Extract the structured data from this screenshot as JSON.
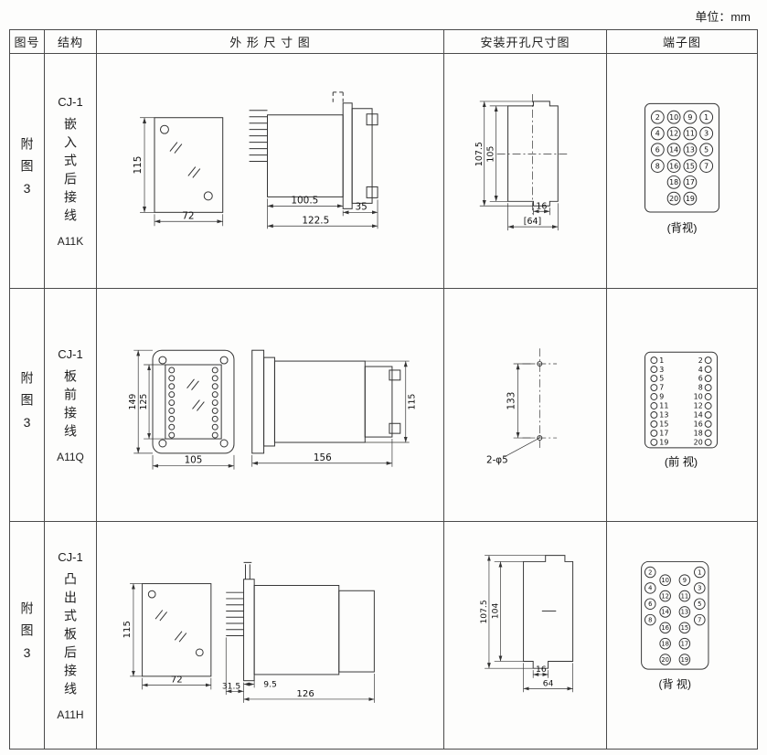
{
  "page": {
    "unit_label": "单位：mm"
  },
  "headers": {
    "fig_no": "图号",
    "structure": "结构",
    "outline": "外 形 尺 寸 图",
    "mounting": "安装开孔尺寸图",
    "terminal": "端子图"
  },
  "rows": [
    {
      "fig_no": "附图3",
      "model": "CJ-1",
      "structure_text": "嵌入式后接线",
      "code": "A11K",
      "outline": {
        "front_h": "115",
        "front_w": "72",
        "body_d": "100.5",
        "total_d": "122.5",
        "rear_d": "35"
      },
      "mounting": {
        "outer_h": "107.5",
        "inner_h": "105",
        "notch_w": "16",
        "cutout_w": "[64]"
      },
      "terminal": {
        "caption": "(背视)",
        "layout": "grid",
        "rows": [
          [
            "2",
            "10",
            "9",
            "1"
          ],
          [
            "4",
            "12",
            "11",
            "3"
          ],
          [
            "6",
            "14",
            "13",
            "5"
          ],
          [
            "8",
            "16",
            "15",
            "7"
          ],
          [
            "",
            "18",
            "17",
            ""
          ],
          [
            "",
            "20",
            "19",
            ""
          ]
        ]
      }
    },
    {
      "fig_no": "附图3",
      "model": "CJ-1",
      "structure_text": "板前接线",
      "code": "A11Q",
      "outline": {
        "front_h": "149",
        "inner_h": "125",
        "front_w": "105",
        "body_d": "156",
        "side_h": "115"
      },
      "mounting": {
        "hole_pitch": "133",
        "hole_note": "2-φ5"
      },
      "terminal": {
        "caption": "(前 视)",
        "layout": "pairs",
        "pairs": [
          [
            "1",
            "2"
          ],
          [
            "3",
            "4"
          ],
          [
            "5",
            "6"
          ],
          [
            "7",
            "8"
          ],
          [
            "9",
            "10"
          ],
          [
            "11",
            "12"
          ],
          [
            "13",
            "14"
          ],
          [
            "15",
            "16"
          ],
          [
            "17",
            "18"
          ],
          [
            "19",
            "20"
          ]
        ]
      }
    },
    {
      "fig_no": "附图3",
      "model": "CJ-1",
      "structure_text": "凸出式板后接线",
      "code": "A11H",
      "outline": {
        "front_h": "115",
        "front_w": "72",
        "pin_d": "31.5",
        "flange_d": "9.5",
        "body_d": "126"
      },
      "mounting": {
        "outer_h": "107.5",
        "inner_h": "104",
        "notch_w": "16",
        "cutout_w": "64"
      },
      "terminal": {
        "caption": "(背 视)",
        "layout": "grid-stagger",
        "rows": [
          [
            "2",
            "10",
            "9",
            "1"
          ],
          [
            "4",
            "12",
            "11",
            "3"
          ],
          [
            "6",
            "14",
            "13",
            "5"
          ],
          [
            "8",
            "16",
            "15",
            "7"
          ],
          [
            "",
            "18",
            "17",
            ""
          ],
          [
            "",
            "20",
            "19",
            ""
          ]
        ]
      }
    }
  ]
}
